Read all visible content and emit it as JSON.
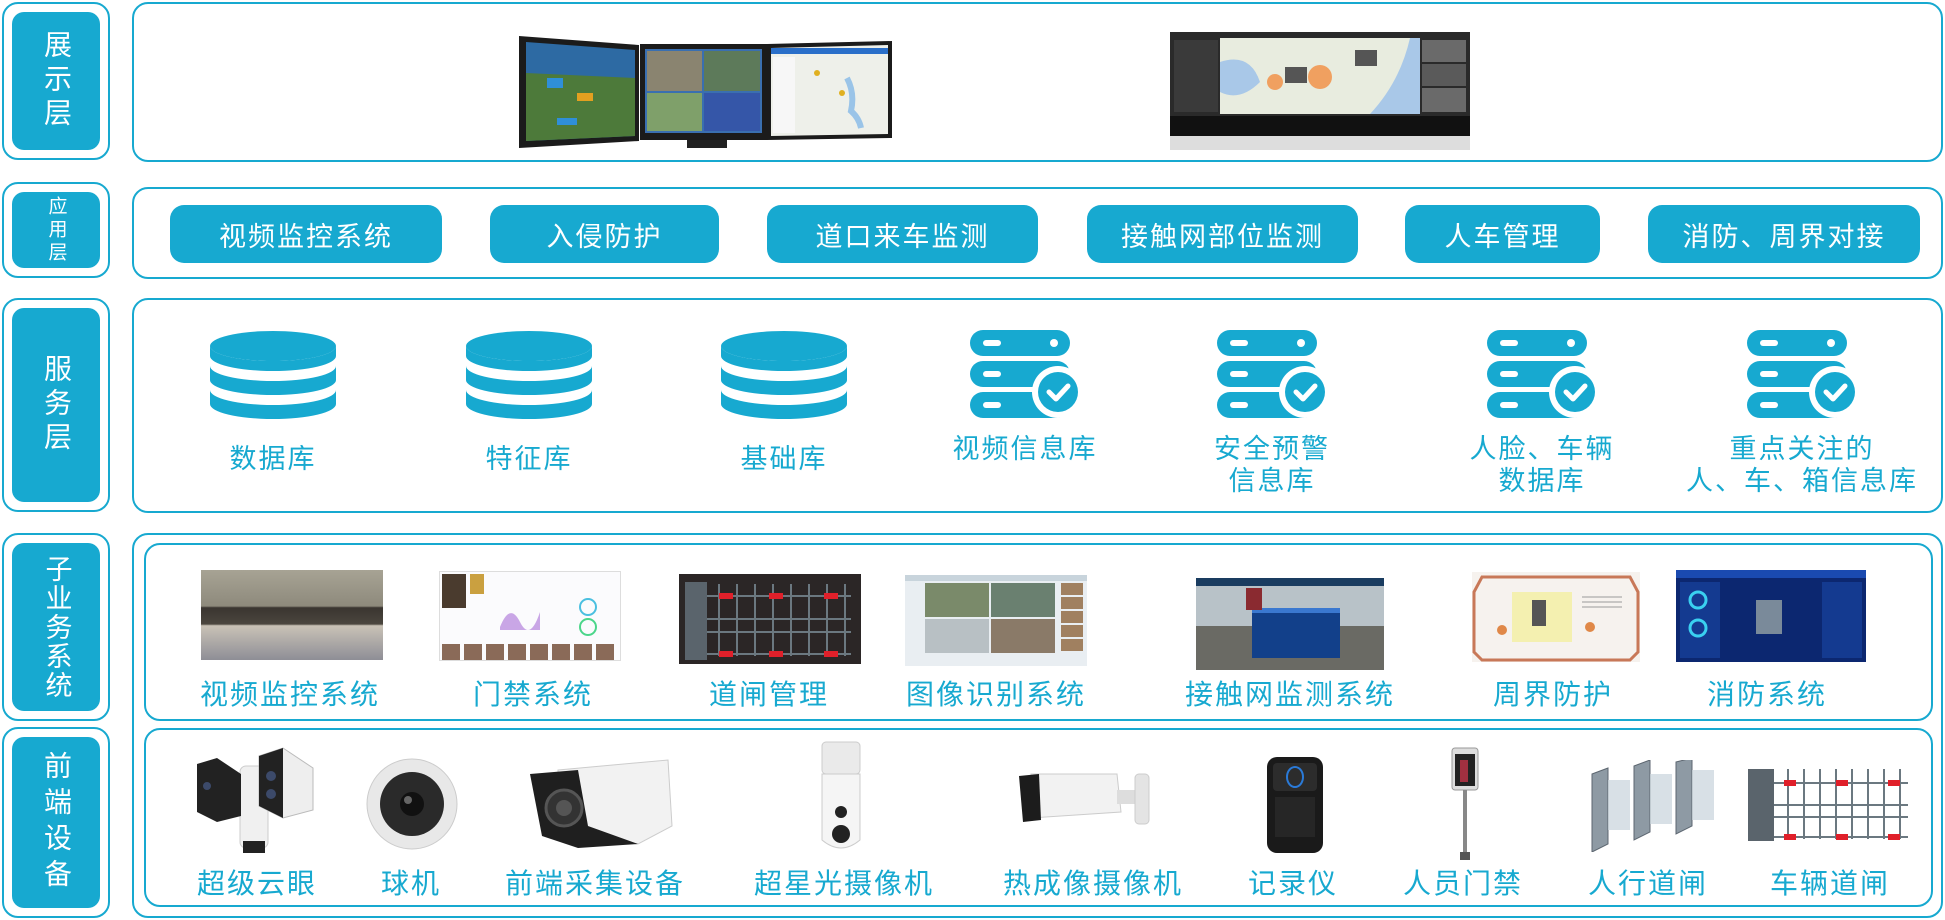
{
  "theme": {
    "accent": "#17a9d0",
    "background": "#ffffff"
  },
  "layers": {
    "display": {
      "label": "展示层",
      "images": [
        {
          "name": "triple-monitor-display",
          "depicts": "three desktop monitors showing 3D scene, video grid and map"
        },
        {
          "name": "video-wall-display",
          "depicts": "large video wall showing city map with camera feeds"
        }
      ]
    },
    "application": {
      "label": "应用层",
      "buttons": [
        {
          "label": "视频监控系统"
        },
        {
          "label": "入侵防护"
        },
        {
          "label": "道口来车监测"
        },
        {
          "label": "接触网部位监测"
        },
        {
          "label": "人车管理"
        },
        {
          "label": "消防、周界对接"
        }
      ]
    },
    "service": {
      "label": "服务层",
      "items": [
        {
          "label": "数据库",
          "icon": "database-icon"
        },
        {
          "label": "特征库",
          "icon": "database-icon"
        },
        {
          "label": "基础库",
          "icon": "database-icon"
        },
        {
          "label": "视频信息库",
          "icon": "server-check-icon"
        },
        {
          "label": "安全预警\n信息库",
          "icon": "server-check-icon"
        },
        {
          "label": "人脸、车辆\n数据库",
          "icon": "server-check-icon"
        },
        {
          "label": "重点关注的\n人、车、箱信息库",
          "icon": "server-check-icon"
        }
      ]
    },
    "subsystems": {
      "label": "子业务系统",
      "items": [
        {
          "label": "视频监控系统"
        },
        {
          "label": "门禁系统"
        },
        {
          "label": "道闸管理"
        },
        {
          "label": "图像识别系统"
        },
        {
          "label": "接触网监测系统"
        },
        {
          "label": "周界防护"
        },
        {
          "label": "消防系统"
        }
      ]
    },
    "frontend": {
      "label": "前端设备",
      "items": [
        {
          "label": "超级云眼"
        },
        {
          "label": "球机"
        },
        {
          "label": "前端采集设备"
        },
        {
          "label": "超星光摄像机"
        },
        {
          "label": "热成像摄像机"
        },
        {
          "label": "记录仪"
        },
        {
          "label": "人员门禁"
        },
        {
          "label": "人行道闸"
        },
        {
          "label": "车辆道闸"
        }
      ]
    }
  }
}
